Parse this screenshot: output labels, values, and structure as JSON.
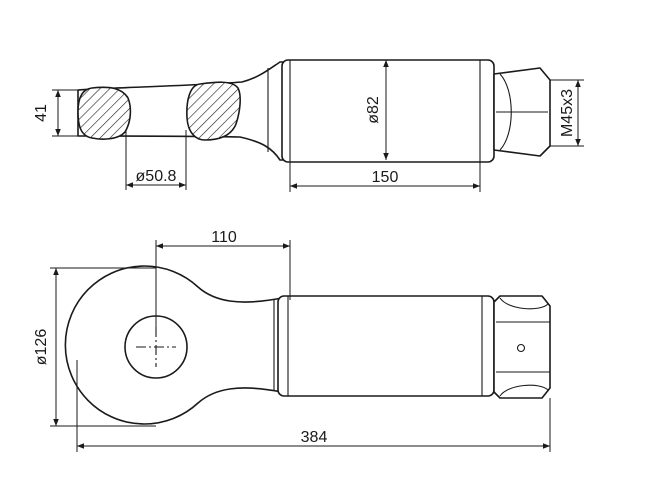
{
  "dimensions": {
    "eye_thickness": "41",
    "pin_hole_diameter": "ø50.8",
    "body_diameter": "ø82",
    "body_length": "150",
    "thread_size": "M45x3",
    "eye_to_body_length": "110",
    "eye_outer_diameter": "ø126",
    "overall_length": "384"
  },
  "colors": {
    "line": "#1a1a1a",
    "background": "#ffffff"
  }
}
